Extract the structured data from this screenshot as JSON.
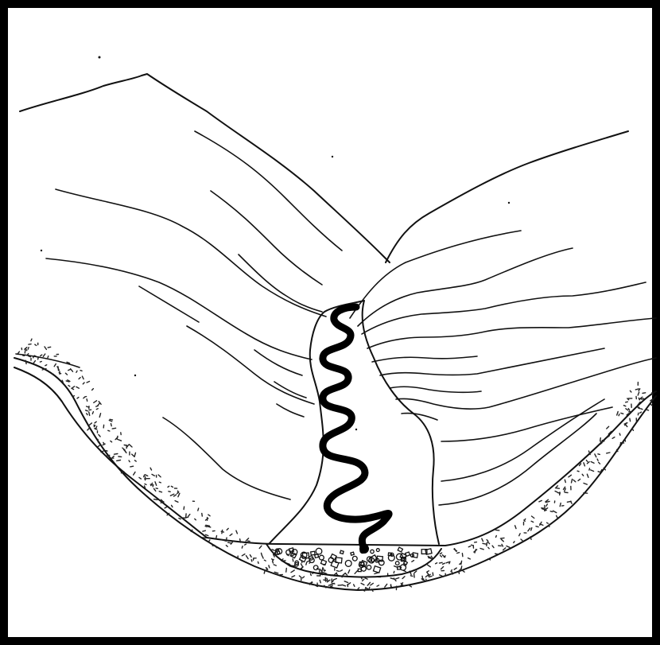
{
  "diagram": {
    "kind": "geologic-cross-section-sketch",
    "labels": [],
    "colors": {
      "line": "#111111",
      "background": "#ffffff",
      "border": "#000000"
    },
    "layers": [
      "valley-walls-with-bedding",
      "slump-deposit",
      "meandering-stream",
      "sediment-layer",
      "gravel-lens"
    ]
  }
}
